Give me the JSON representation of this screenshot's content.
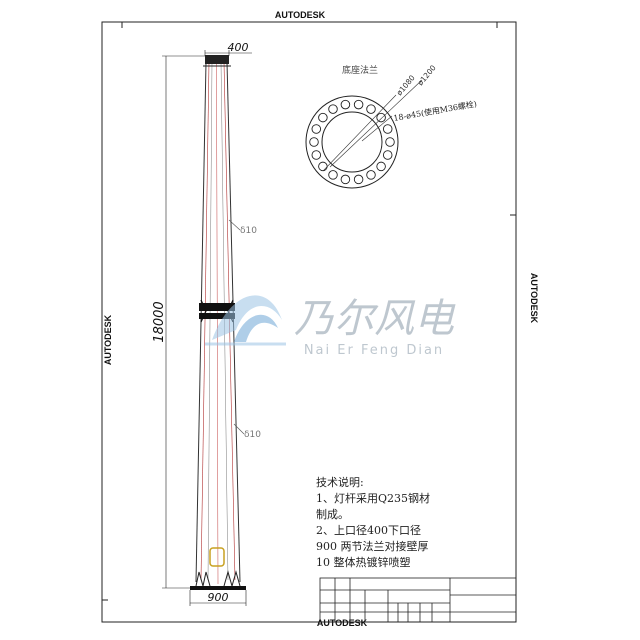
{
  "title_block": {
    "watermark_top": "AUTODESK",
    "watermark_left": "AUTODESK",
    "watermark_right": "AUTODESK",
    "watermark_bottom": "AUTODESK"
  },
  "pole": {
    "top_dim_label": "400",
    "bottom_dim_label": "900",
    "height_dim_label": "18000",
    "thickness_label_upper": "δ10",
    "thickness_label_lower": "δ10"
  },
  "flange": {
    "title": "底座法兰",
    "inner_dim": "ø1080",
    "outer_dim": "ø1200",
    "bolt_label": "18-ø45(使用M36螺栓)",
    "bolt_count": 18
  },
  "brand_watermark": {
    "chinese": "乃尔风电",
    "pinyin": "Nai Er Feng Dian"
  },
  "tech_notes": {
    "heading": "技术说明:",
    "line1": "1、灯杆采用Q235钢材",
    "line2": "制成。",
    "line3": "2、上口径400下口径",
    "line4": "900  两节法兰对接壁厚",
    "line5": "10   整体热镀锌喷塑"
  }
}
